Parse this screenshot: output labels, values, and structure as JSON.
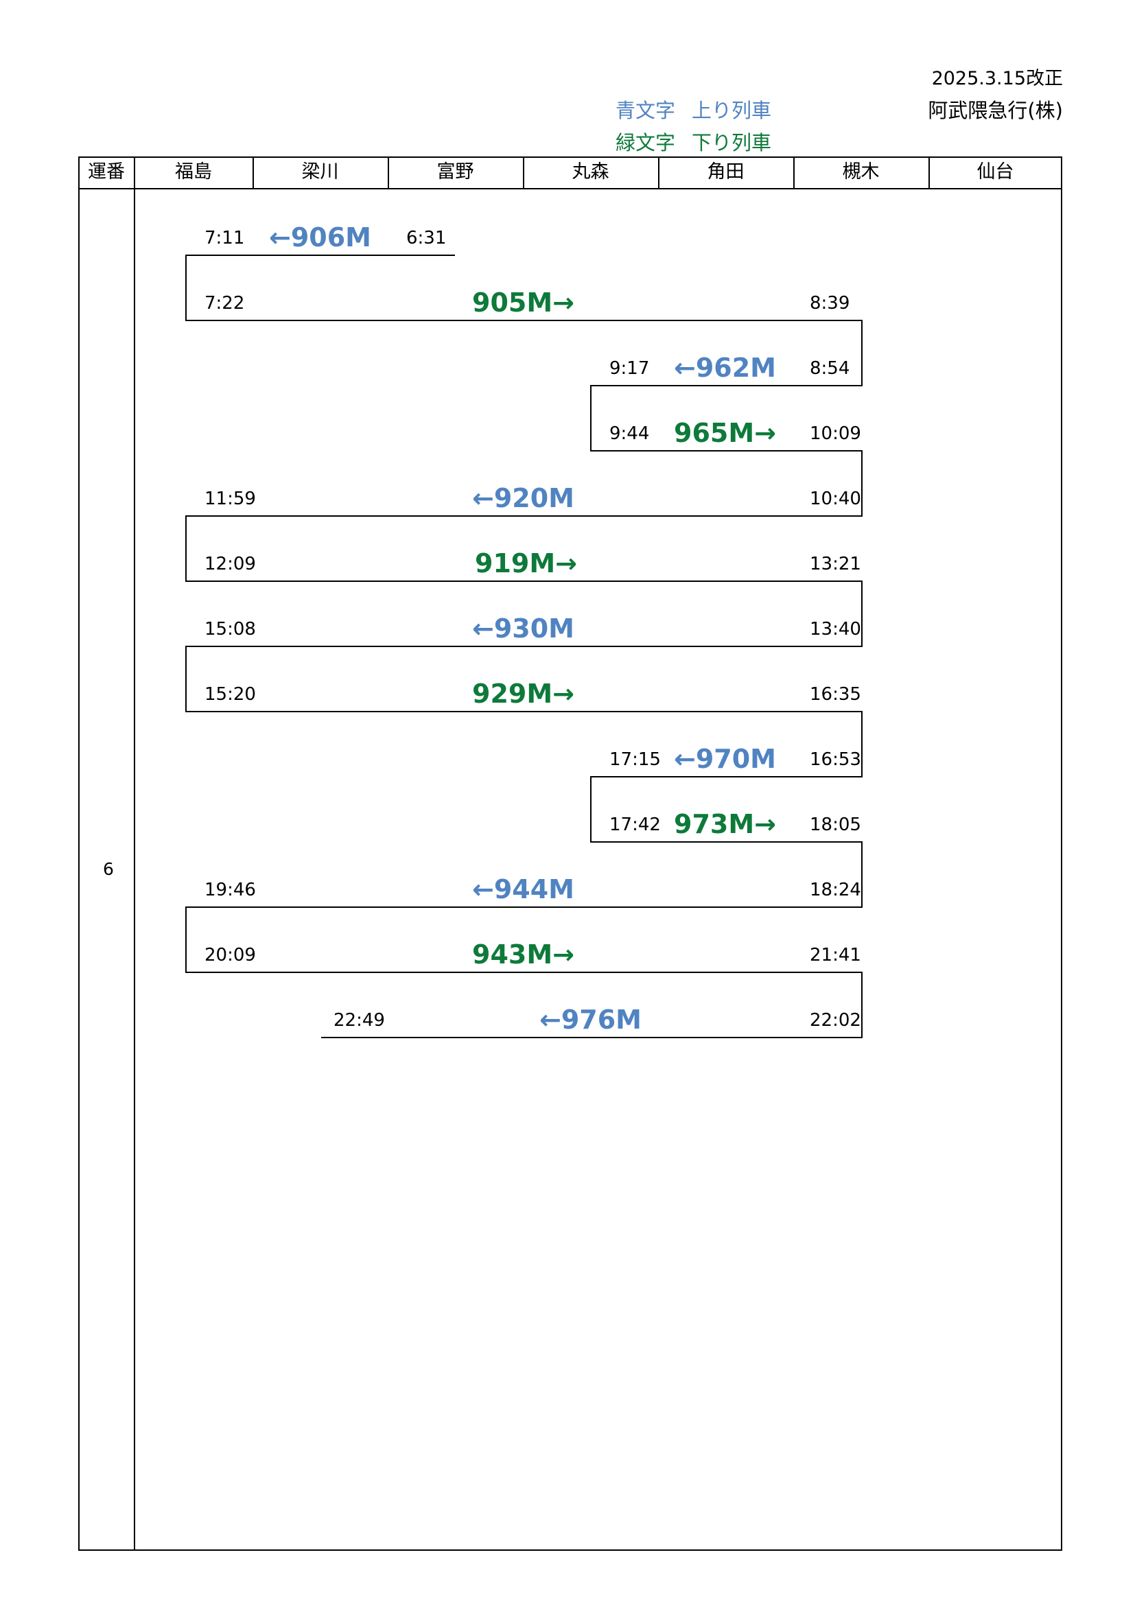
{
  "header": {
    "revision": "2025.3.15改正",
    "company": "阿武隈急行(株)",
    "legend": [
      {
        "label": "青文字",
        "meaning": "上り列車",
        "color": "#5083c1"
      },
      {
        "label": "緑文字",
        "meaning": "下り列車",
        "color": "#0e7a3a"
      }
    ]
  },
  "table": {
    "columns": [
      "運番",
      "福島",
      "梁川",
      "富野",
      "丸森",
      "角田",
      "槻木",
      "仙台"
    ],
    "run_number": "6"
  },
  "trains": [
    {
      "number": "906M",
      "direction": "up",
      "from_station": "富野",
      "to_station": "福島",
      "depart": "6:31",
      "arrive": "7:11"
    },
    {
      "number": "905M",
      "direction": "down",
      "from_station": "福島",
      "to_station": "槻木",
      "depart": "7:22",
      "arrive": "8:39"
    },
    {
      "number": "962M",
      "direction": "up",
      "from_station": "槻木",
      "to_station": "丸森",
      "depart": "8:54",
      "arrive": "9:17"
    },
    {
      "number": "965M",
      "direction": "down",
      "from_station": "丸森",
      "to_station": "槻木",
      "depart": "9:44",
      "arrive": "10:09"
    },
    {
      "number": "920M",
      "direction": "up",
      "from_station": "槻木",
      "to_station": "福島",
      "depart": "10:40",
      "arrive": "11:59"
    },
    {
      "number": "919M",
      "direction": "down",
      "from_station": "福島",
      "to_station": "槻木",
      "depart": "12:09",
      "arrive": "13:21"
    },
    {
      "number": "930M",
      "direction": "up",
      "from_station": "槻木",
      "to_station": "福島",
      "depart": "13:40",
      "arrive": "15:08"
    },
    {
      "number": "929M",
      "direction": "down",
      "from_station": "福島",
      "to_station": "槻木",
      "depart": "15:20",
      "arrive": "16:35"
    },
    {
      "number": "970M",
      "direction": "up",
      "from_station": "槻木",
      "to_station": "丸森",
      "depart": "16:53",
      "arrive": "17:15"
    },
    {
      "number": "973M",
      "direction": "down",
      "from_station": "丸森",
      "to_station": "槻木",
      "depart": "17:42",
      "arrive": "18:05"
    },
    {
      "number": "944M",
      "direction": "up",
      "from_station": "槻木",
      "to_station": "福島",
      "depart": "18:24",
      "arrive": "19:46"
    },
    {
      "number": "943M",
      "direction": "down",
      "from_station": "福島",
      "to_station": "槻木",
      "depart": "20:09",
      "arrive": "21:41"
    },
    {
      "number": "976M",
      "direction": "up",
      "from_station": "槻木",
      "to_station": "梁川",
      "depart": "22:02",
      "arrive": "22:49"
    }
  ]
}
